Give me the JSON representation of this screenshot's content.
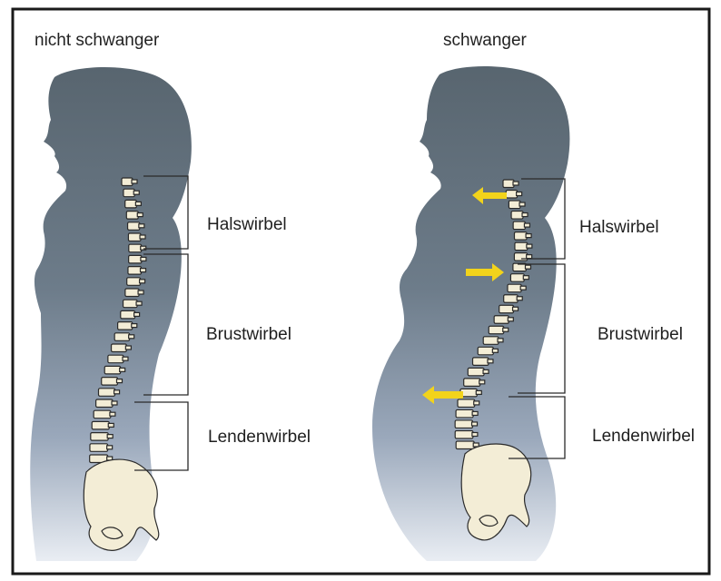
{
  "panels": [
    {
      "title": "nicht schwanger",
      "labels": {
        "neck": "Halswirbel",
        "chest": "Brustwirbel",
        "lumbar": "Lendenwirbel"
      }
    },
    {
      "title": "schwanger",
      "labels": {
        "neck": "Halswirbel",
        "chest": "Brustwirbel",
        "lumbar": "Lendenwirbel"
      }
    }
  ],
  "colors": {
    "frame": "#1a1a1a",
    "silhouette_top": "#5d6b78",
    "silhouette_bottom": "#dde3ec",
    "vertebra": "#f3edd6",
    "arrow": "#f2d31b"
  },
  "icons": [
    "woman-silhouette",
    "spine",
    "pelvis",
    "arrow-left",
    "arrow-right"
  ]
}
